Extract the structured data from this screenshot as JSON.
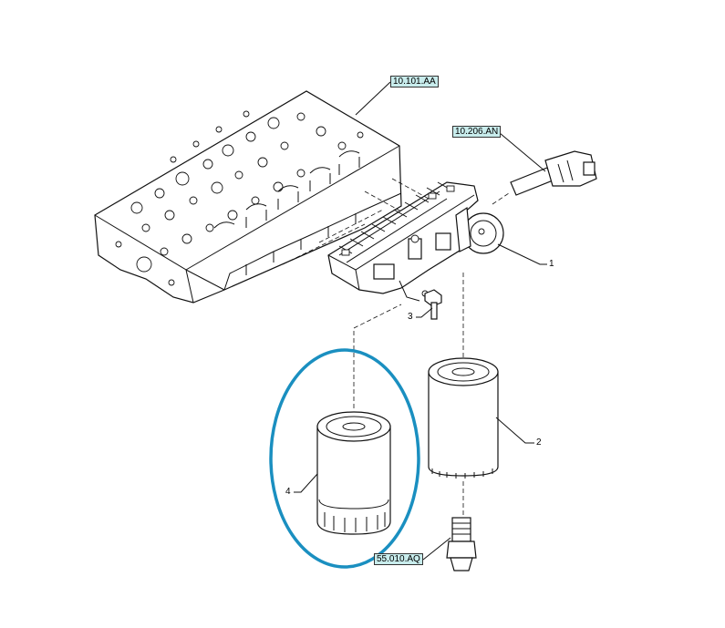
{
  "references": [
    {
      "id": "ref-cylinder-head",
      "label": "10.101.AA"
    },
    {
      "id": "ref-sensor",
      "label": "10.206.AN"
    },
    {
      "id": "ref-drain-valve",
      "label": "55.010.AQ"
    }
  ],
  "callouts": {
    "item_1": "1",
    "item_2": "2",
    "item_3": "3",
    "item_4": "4"
  },
  "highlight": {
    "color": "#1a8fc0",
    "target": "item_4"
  }
}
